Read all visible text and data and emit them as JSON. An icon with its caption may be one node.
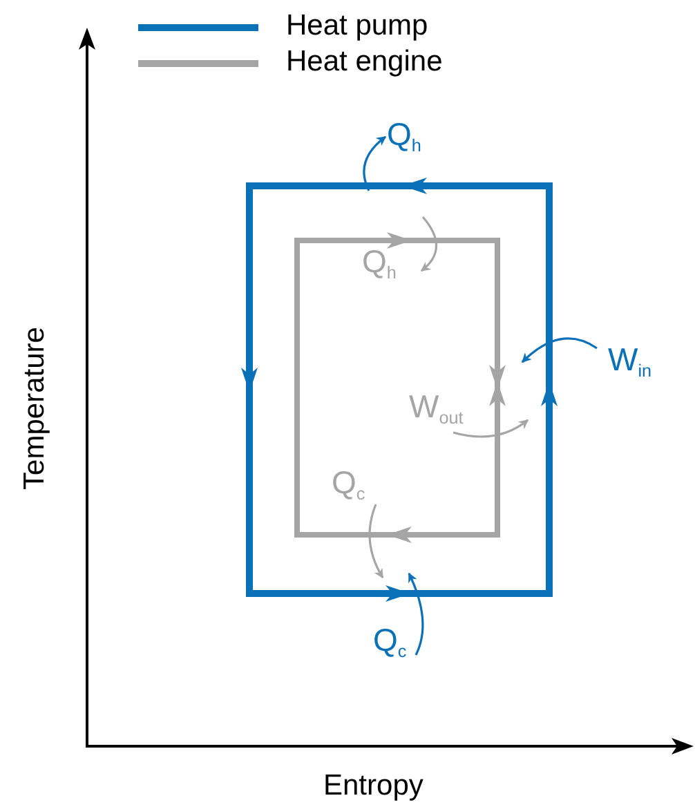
{
  "diagram": {
    "nodes": [
      {
        "text": [],
        "shape": "box"
      },
      {
        "text": [],
        "shape": "box",
        "in": 0
      },
      {
        "text": [
          "Q$_{h}$"
        ]
      },
      {
        "text": [
          "Q$_{h}$"
        ],
        "in": 1
      },
      {
        "text": [
          "W$_{in}$"
        ]
      },
      {
        "text": [
          "W$_{out}$"
        ],
        "in": 1
      },
      {
        "text": [
          "Q$_{c}$"
        ],
        "in": 1
      },
      {
        "text": [
          "Q$_{c}$"
        ]
      }
    ],
    "edges": [
      {
        "from": 0,
        "to": 2,
        "arrow": "to"
      },
      {
        "from": 0,
        "to": 3,
        "arrow": "to",
        "color": "#a5a5a5"
      },
      {
        "from": 4,
        "to": 0,
        "arrow": "to"
      },
      {
        "from": 5,
        "to": 0,
        "arrow": "to",
        "color": "#a5a5a5"
      },
      {
        "from": 6,
        "to": 0,
        "arrow": "to",
        "color": "#a5a5a5"
      },
      {
        "from": 7,
        "to": 0,
        "arrow": "to"
      }
    ],
    "labels": [
      "Temperature",
      "Entropy"
    ],
    "legend": [
      {
        "text": "Heat pump"
      },
      {
        "text": "Heat engine"
      }
    ]
  }
}
